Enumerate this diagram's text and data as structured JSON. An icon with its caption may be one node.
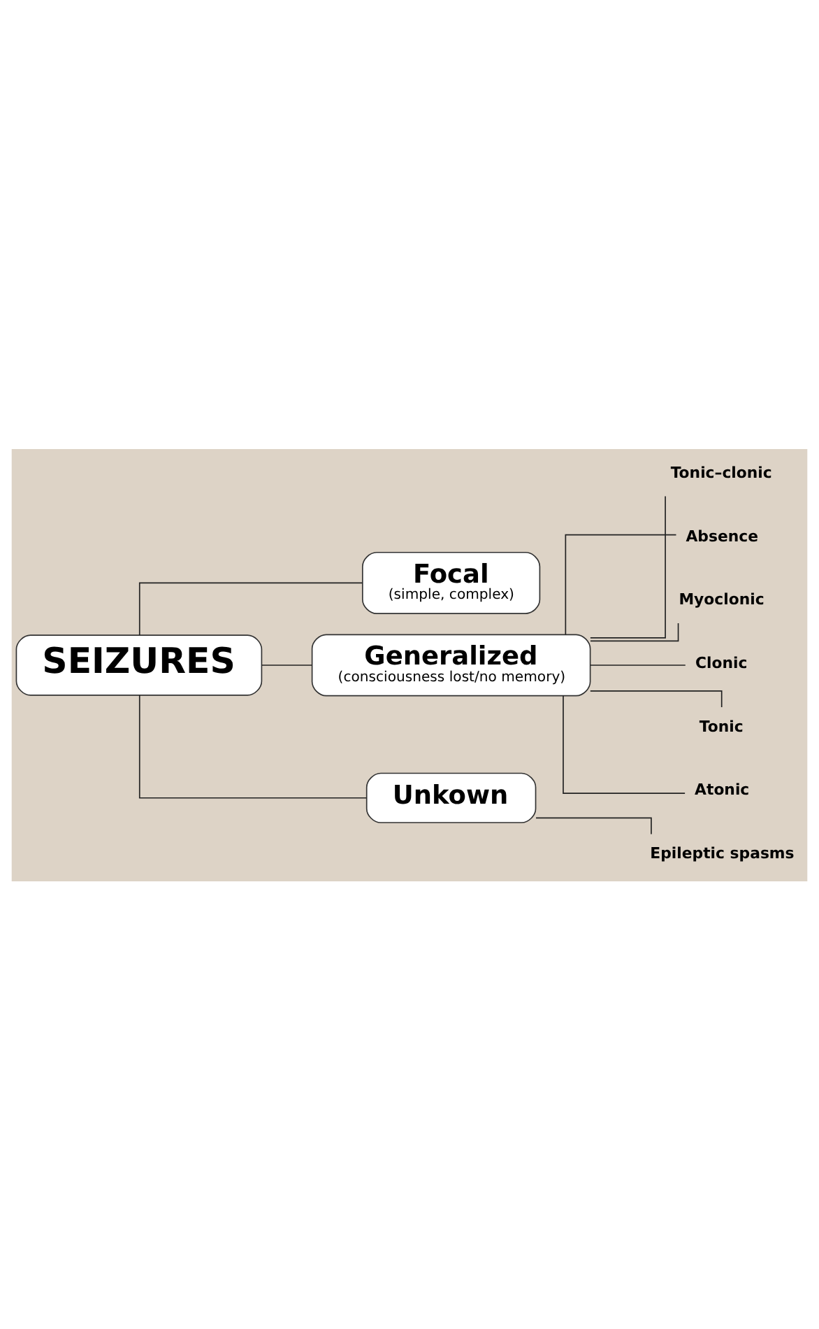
{
  "diagram": {
    "nodes": [
      {
        "text": [
          "SEIZURES"
        ]
      },
      {
        "text": [
          "Focal",
          "(simple, complex)"
        ]
      },
      {
        "text": [
          "Generalized",
          "(consciousness lost/no memory)"
        ]
      },
      {
        "text": [
          "Tonic–clonic"
        ]
      },
      {
        "text": [
          "Absence"
        ]
      },
      {
        "text": [
          "Myoclonic"
        ]
      },
      {
        "text": [
          "Clonic"
        ]
      },
      {
        "text": [
          "Tonic"
        ]
      },
      {
        "text": [
          "Atonic"
        ]
      },
      {
        "text": [
          "Unkown"
        ]
      },
      {
        "text": [
          "Epileptic spasms"
        ]
      }
    ],
    "edges": [
      {
        "from": 0,
        "to": 1,
        "arrow": "none"
      },
      {
        "from": 0,
        "to": 2,
        "arrow": "none"
      },
      {
        "from": 0,
        "to": 9,
        "arrow": "none"
      },
      {
        "from": 2,
        "to": 3,
        "arrow": "none"
      },
      {
        "from": 2,
        "to": 4,
        "arrow": "none"
      },
      {
        "from": 2,
        "to": 5,
        "arrow": "none"
      },
      {
        "from": 2,
        "to": 6,
        "arrow": "none"
      },
      {
        "from": 2,
        "to": 7,
        "arrow": "none"
      },
      {
        "from": 2,
        "to": 8,
        "arrow": "none"
      },
      {
        "from": 9,
        "to": 10,
        "arrow": "none"
      }
    ]
  }
}
